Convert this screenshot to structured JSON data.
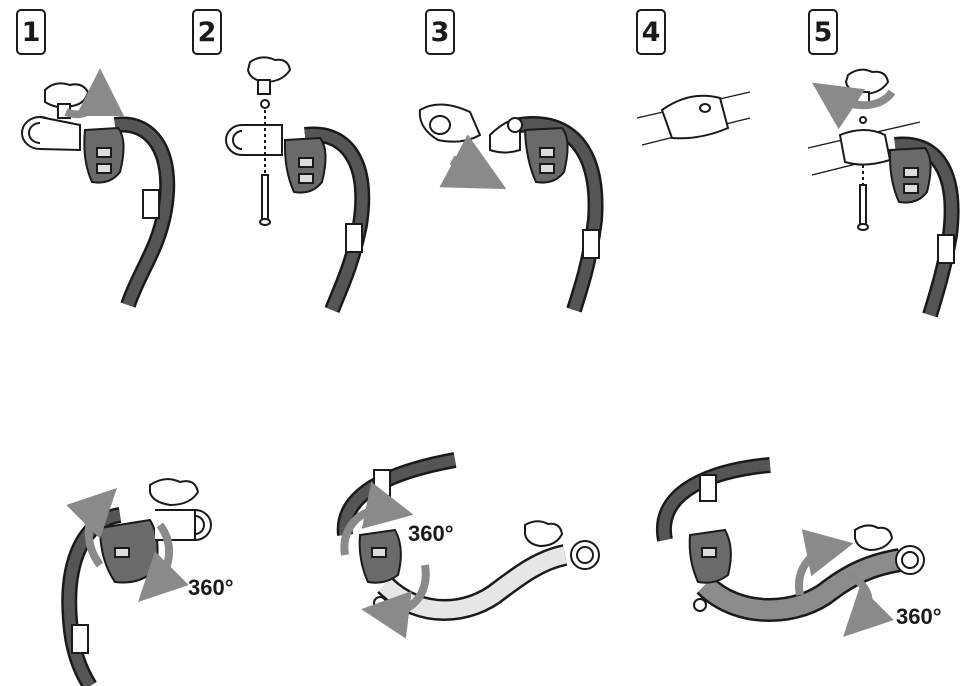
{
  "steps": [
    {
      "number": "1"
    },
    {
      "number": "2"
    },
    {
      "number": "3"
    },
    {
      "number": "4"
    },
    {
      "number": "5"
    }
  ],
  "rotation_labels": [
    "360°",
    "360°",
    "360°"
  ],
  "colors": {
    "line": "#1a1a1a",
    "arrow": "#8a8a8a",
    "strap": "#555555",
    "arm_light": "#e6e6e6",
    "arm_dark": "#8c8c8c"
  }
}
